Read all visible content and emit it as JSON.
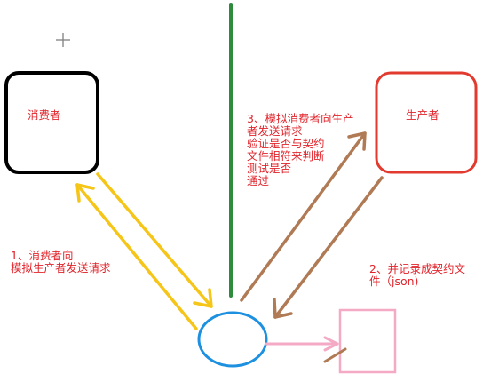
{
  "nodes": {
    "consumer": {
      "label": "消费者",
      "color": "#000000"
    },
    "producer": {
      "label": "生产者",
      "color": "#e23a2e"
    },
    "mock_server": {
      "label": "",
      "color": "#1e90e0"
    },
    "contract_file": {
      "label": "",
      "color": "#f4a9c4"
    }
  },
  "steps": {
    "step1": {
      "text": "1、消费者向\n模拟生产者发送请求",
      "color": "#f5c518"
    },
    "step2": {
      "text": "2、并记录成契约文\n件（json)",
      "color": "#f4a9c4"
    },
    "step3": {
      "text": "3、模拟消费者向生产\n者发送请求\n验证是否与契约\n文件相符来判断\n测试是否\n通过",
      "color": "#b07a55"
    }
  },
  "divider_color": "#2e8b3d",
  "crosshair_icon": "crosshair-cursor-icon"
}
